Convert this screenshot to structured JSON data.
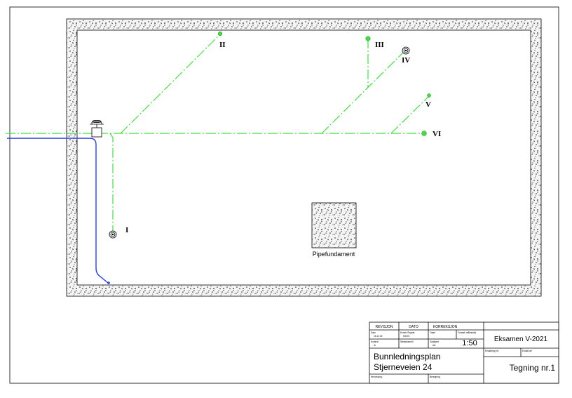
{
  "colors": {
    "pipe": "#3ee23e",
    "water": "#2a3ee6",
    "line": "#000000"
  },
  "drains": {
    "I": "I",
    "II": "II",
    "III": "III",
    "IV": "IV",
    "V": "V",
    "VI": "VI"
  },
  "pipe_foundation_label": "Pipefundament",
  "title_block": {
    "rev_header": "REVISJON",
    "date_header": "DATO",
    "correction_header": "KORREKSJON",
    "dato_label": "Dato",
    "dato_value": "15.12.15",
    "konstr_label": "Konstr./Tegnet",
    "konstr_value": "KS/KS",
    "trasé_label": "Trasé",
    "format_label": "Format/\nmålestokk",
    "kontroll_label": "Kontroll",
    "kontroll_value": "JL",
    "stedskontroll_label": "Stedskontroll",
    "godkjent_label": "Godkjent",
    "godkjent_value": "AA",
    "scale": "1:50",
    "exam": "Eksamen V-2021",
    "drawing_title": "Bunnledningsplan",
    "address": "Stjerneveien 24",
    "erstatning_label": "Erstatning for:",
    "erstatt_label": "Erstatt av:",
    "drawing_number": "Tegning nr.1",
    "bestilling_label": "Henvisning:",
    "beregning_label": "Beregning:"
  }
}
